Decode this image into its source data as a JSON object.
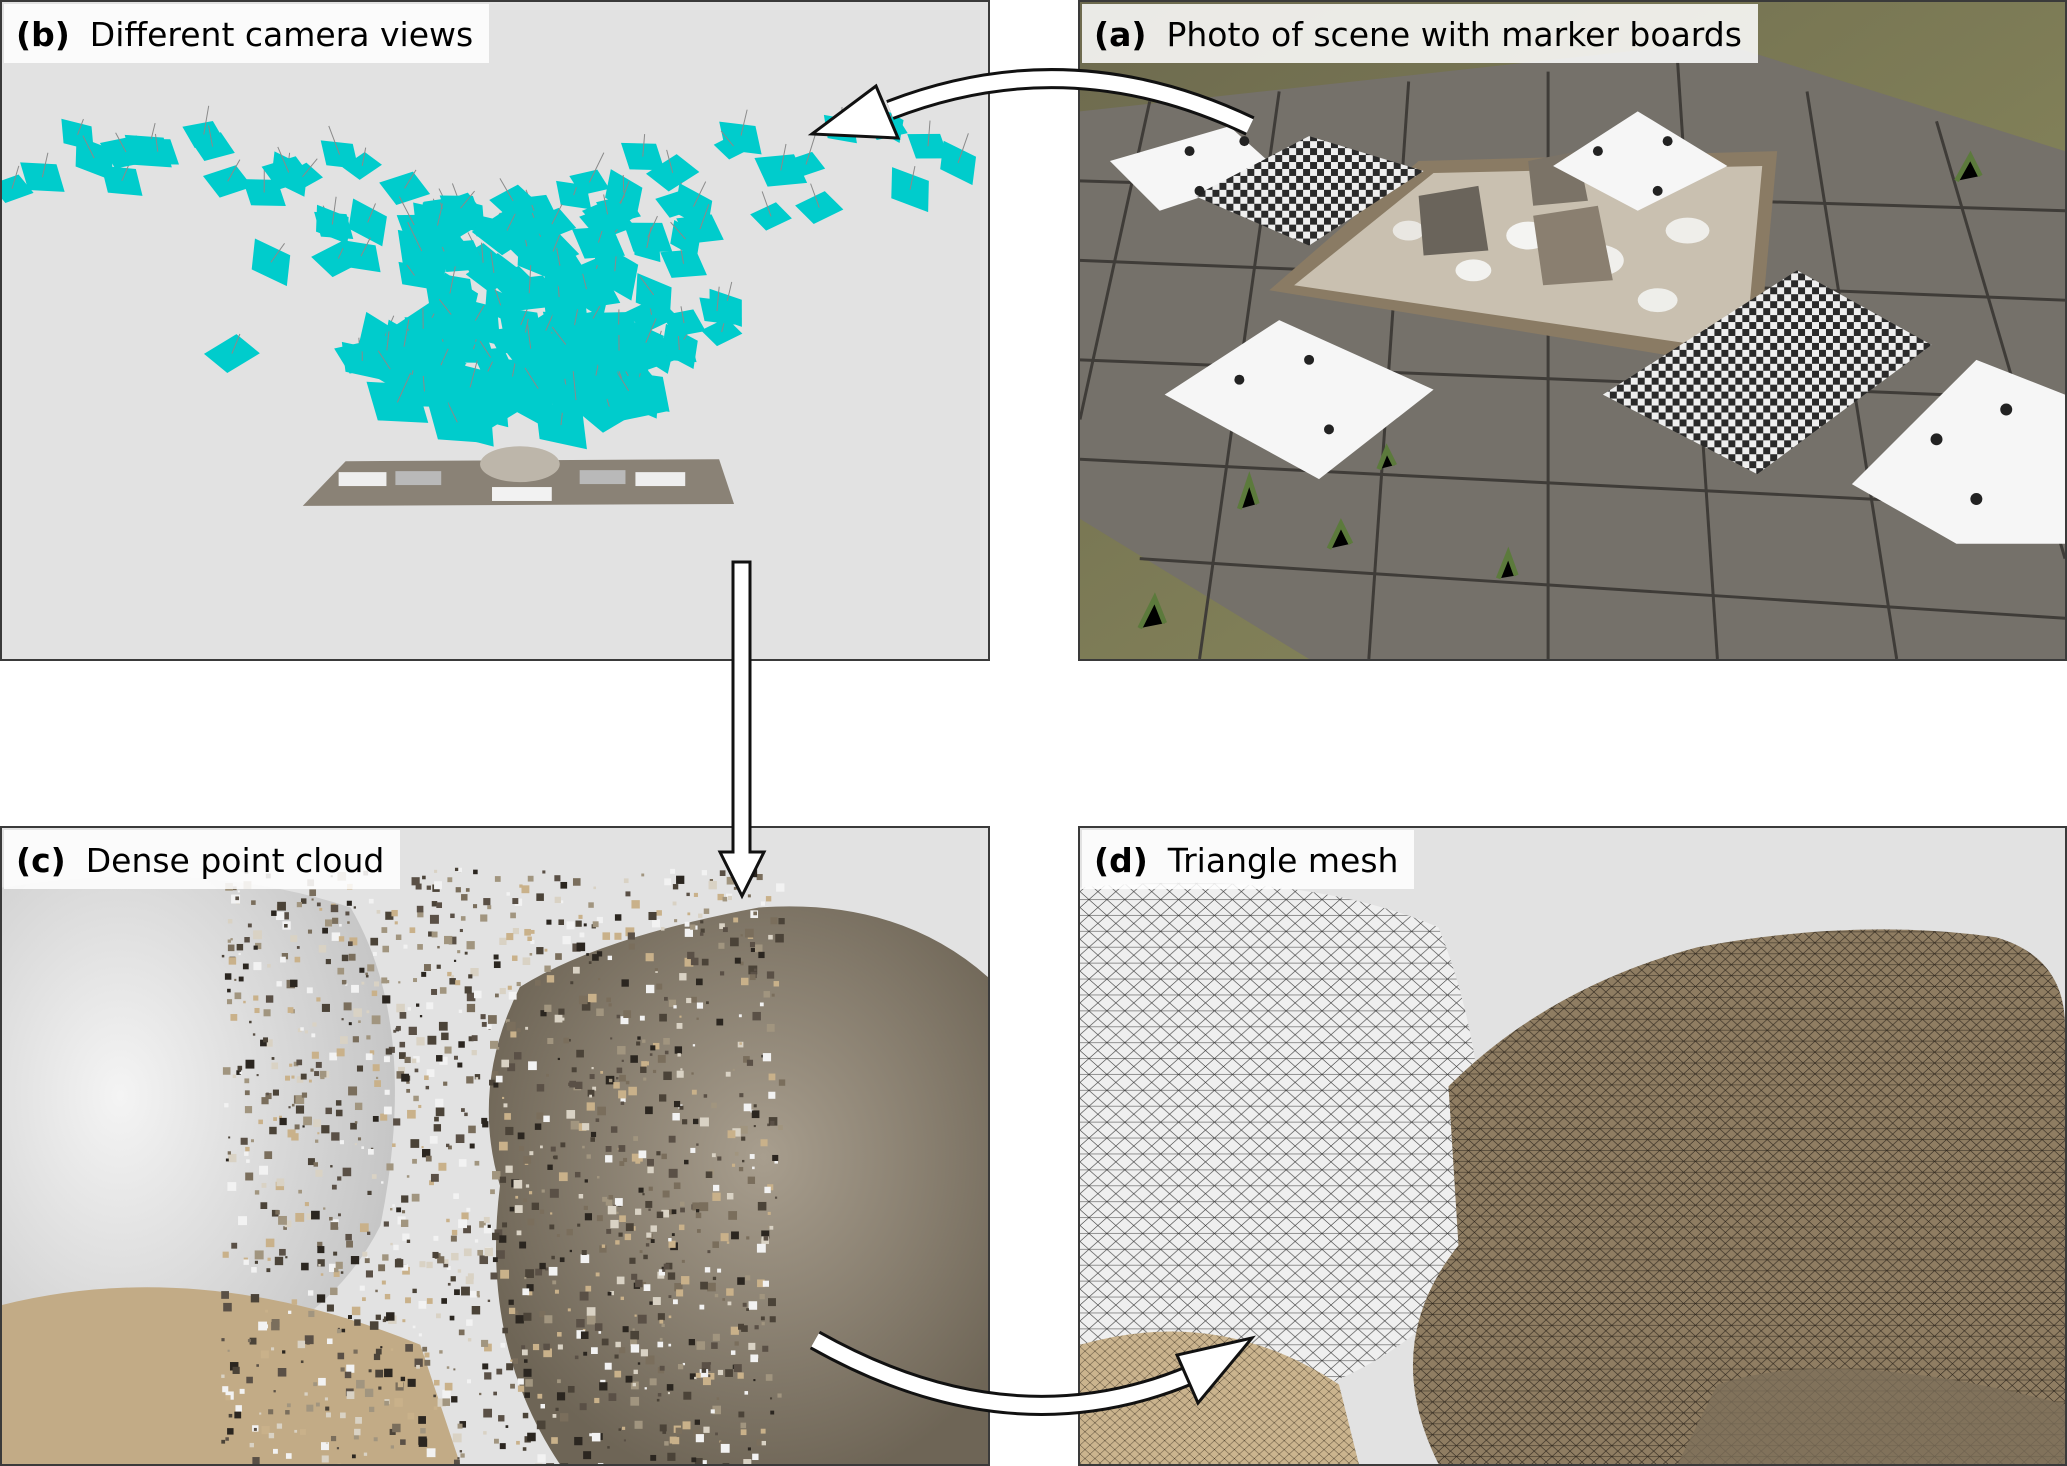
{
  "panels": {
    "b": {
      "letter": "(b)",
      "caption": "Different camera views",
      "background": "#e2e2e2",
      "camera_color": "#00cccc"
    },
    "a": {
      "letter": "(a)",
      "caption": "Photo of scene with marker boards",
      "background": "#6e6b64"
    },
    "c": {
      "letter": "(c)",
      "caption": "Dense point cloud",
      "background": "#e2e2e2"
    },
    "d": {
      "letter": "(d)",
      "caption": "Triangle mesh",
      "background": "#e2e2e2"
    }
  },
  "flow": [
    "(a)",
    "(b)",
    "(c)",
    "(d)"
  ]
}
